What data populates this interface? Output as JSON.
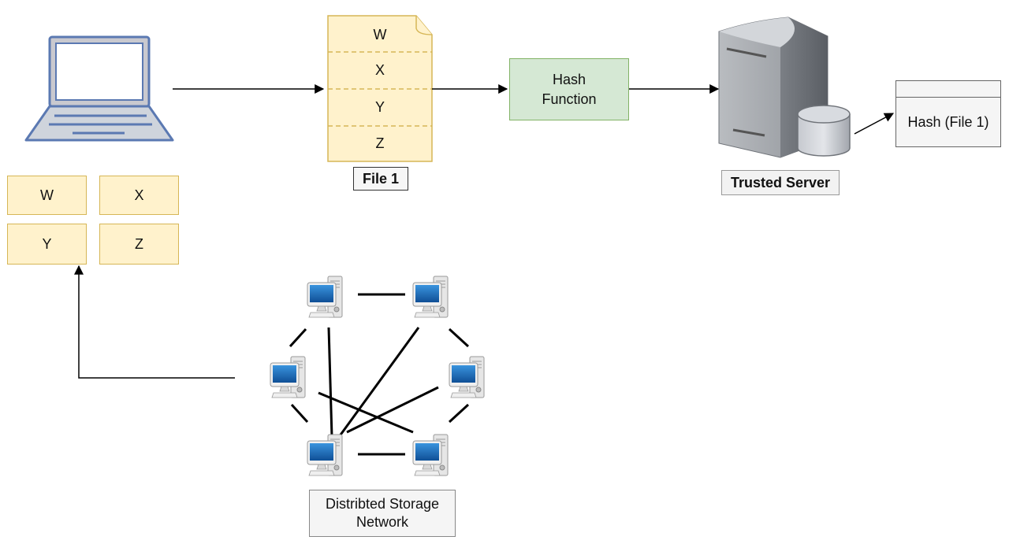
{
  "file": {
    "segments": [
      "W",
      "X",
      "Y",
      "Z"
    ],
    "label": "File 1"
  },
  "hash_function": {
    "label": "Hash\nFunction"
  },
  "trusted_server": {
    "label": "Trusted Server"
  },
  "hash_record": {
    "label": "Hash (File 1)"
  },
  "chunks": [
    "W",
    "X",
    "Y",
    "Z"
  ],
  "network": {
    "label": "Distribted Storage\nNetwork"
  },
  "colors": {
    "file_fill": "#fff2cc",
    "file_stroke": "#d6b656",
    "hash_fill": "#d5e8d4",
    "hash_stroke": "#82b366",
    "laptop_stroke": "#6c8ebf",
    "screen_blue": "#1f6fb8"
  }
}
